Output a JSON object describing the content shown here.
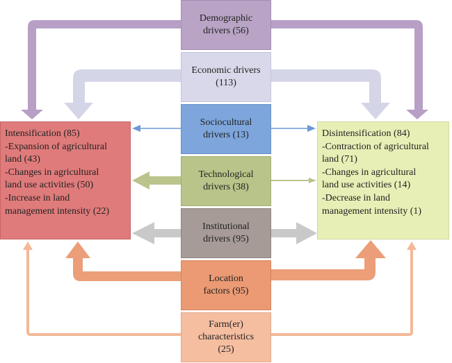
{
  "drivers": {
    "demographic": [
      "Demographic",
      "drivers (56)"
    ],
    "economic": [
      "Economic drivers",
      "(113)"
    ],
    "sociocultural": [
      "Sociocultural",
      "drivers (13)"
    ],
    "technological": [
      "Technological",
      "drivers (38)"
    ],
    "institutional": [
      "Institutional",
      "drivers (95)"
    ],
    "location": [
      "Location",
      "factors (95)"
    ],
    "farmer": [
      "Farm(er)",
      "characteristics",
      "(25)"
    ]
  },
  "outcomes": {
    "intensification": [
      "Intensification (85)",
      "-Expansion of agricultural",
      "land (43)",
      "-Changes in agricultural",
      "land use activities (50)",
      "-Increase in land",
      "management intensity (22)"
    ],
    "disintensification": [
      "Disintensification (84)",
      "-Contraction of agricultural",
      "land (71)",
      "-Changes in agricultural",
      "land use activities (14)",
      "-Decrease in land",
      "management intensity (1)"
    ]
  },
  "colors": {
    "demographic": "#b9a4c6",
    "economic": "#d8d8ea",
    "sociocultural": "#7ea6dc",
    "technological": "#b8c489",
    "institutional": "#a69b96",
    "location": "#eb9a73",
    "farmer": "#f6bea1",
    "intensification": "#e07b7b",
    "disintensification": "#e8efb6"
  }
}
